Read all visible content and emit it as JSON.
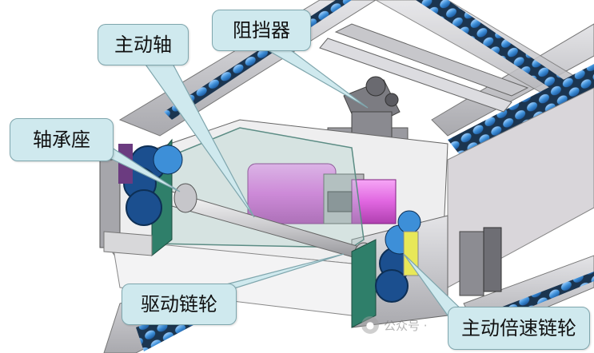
{
  "labels": {
    "driving_shaft": "主动轴",
    "stopper": "阻挡器",
    "bearing_seat": "轴承座",
    "drive_sprocket": "驱动链轮",
    "double_speed_sprocket": "主动倍速链轮"
  },
  "watermark": {
    "text": "公众号 ·",
    "icon": "wechat-icon"
  },
  "colors": {
    "callout_fill": "#cfe9ee",
    "callout_border": "#7fa6ad",
    "roller_blue": "#3d8fd8",
    "motor_magenta": "#e070e0",
    "guard_green": "#2f7f6a",
    "frame_grey": "#b9b9bd"
  }
}
